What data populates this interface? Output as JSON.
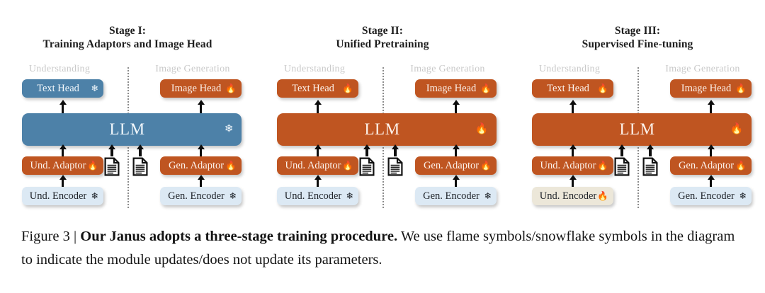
{
  "figure": {
    "caption_prefix": "Figure 3 | ",
    "caption_bold": "Our Janus adopts a three-stage training procedure.",
    "caption_rest": " We use flame symbols/snowflake symbols in the diagram to indicate the module updates/does not update its parameters.",
    "section_labels": {
      "understanding": "Understanding",
      "image_generation": "Image Generation"
    },
    "glyphs": {
      "flame": "🔥",
      "snowflake": "❄"
    },
    "colors": {
      "blue": "#4d81a8",
      "orange": "#bf5521",
      "light_blue": "#dce9f4",
      "beige": "#ece7d9",
      "label_gray": "#c9c9c9",
      "background": "#ffffff"
    }
  },
  "stages": [
    {
      "id": "stage-1",
      "title_line1": "Stage I:",
      "title_line2": "Training Adaptors and Image Head",
      "nodes": {
        "text_head": {
          "label": "Text Head",
          "color": "blue",
          "state": "frozen"
        },
        "image_head": {
          "label": "Image Head",
          "color": "orange",
          "state": "trainable"
        },
        "llm": {
          "label": "LLM",
          "color": "blue",
          "state": "frozen"
        },
        "und_adaptor": {
          "label": "Und. Adaptor",
          "color": "orange",
          "state": "trainable"
        },
        "gen_adaptor": {
          "label": "Gen. Adaptor",
          "color": "orange",
          "state": "trainable"
        },
        "und_encoder": {
          "label": "Und. Encoder",
          "color": "light_blue",
          "state": "frozen"
        },
        "gen_encoder": {
          "label": "Gen. Encoder",
          "color": "light_blue",
          "state": "frozen"
        }
      }
    },
    {
      "id": "stage-2",
      "title_line1": "Stage II:",
      "title_line2": "Unified Pretraining",
      "nodes": {
        "text_head": {
          "label": "Text Head",
          "color": "orange",
          "state": "trainable"
        },
        "image_head": {
          "label": "Image Head",
          "color": "orange",
          "state": "trainable"
        },
        "llm": {
          "label": "LLM",
          "color": "orange",
          "state": "trainable"
        },
        "und_adaptor": {
          "label": "Und. Adaptor",
          "color": "orange",
          "state": "trainable"
        },
        "gen_adaptor": {
          "label": "Gen. Adaptor",
          "color": "orange",
          "state": "trainable"
        },
        "und_encoder": {
          "label": "Und. Encoder",
          "color": "light_blue",
          "state": "frozen"
        },
        "gen_encoder": {
          "label": "Gen. Encoder",
          "color": "light_blue",
          "state": "frozen"
        }
      }
    },
    {
      "id": "stage-3",
      "title_line1": "Stage III:",
      "title_line2": "Supervised Fine-tuning",
      "nodes": {
        "text_head": {
          "label": "Text Head",
          "color": "orange",
          "state": "trainable"
        },
        "image_head": {
          "label": "Image Head",
          "color": "orange",
          "state": "trainable"
        },
        "llm": {
          "label": "LLM",
          "color": "orange",
          "state": "trainable"
        },
        "und_adaptor": {
          "label": "Und. Adaptor",
          "color": "orange",
          "state": "trainable"
        },
        "gen_adaptor": {
          "label": "Gen. Adaptor",
          "color": "orange",
          "state": "trainable"
        },
        "und_encoder": {
          "label": "Und. Encoder",
          "color": "beige",
          "state": "trainable"
        },
        "gen_encoder": {
          "label": "Gen. Encoder",
          "color": "light_blue",
          "state": "frozen"
        }
      }
    }
  ]
}
